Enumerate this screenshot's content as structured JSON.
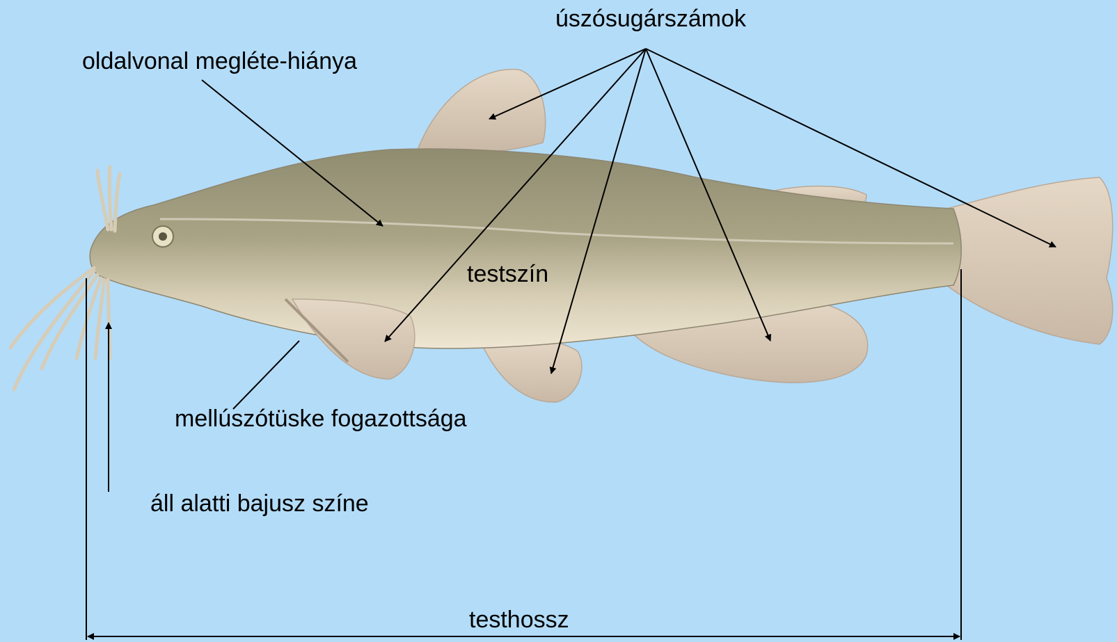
{
  "figure": {
    "background_color": "#b3dcf8",
    "labels": {
      "fin_ray_counts": "úszósugárszámok",
      "lateral_line": "oldalvonal megléte-hiánya",
      "body_color": "testszín",
      "pectoral_spine": "mellúszótüske fogazottsága",
      "chin_barbel": "áll alatti bajusz színe",
      "body_length": "testhossz"
    }
  }
}
